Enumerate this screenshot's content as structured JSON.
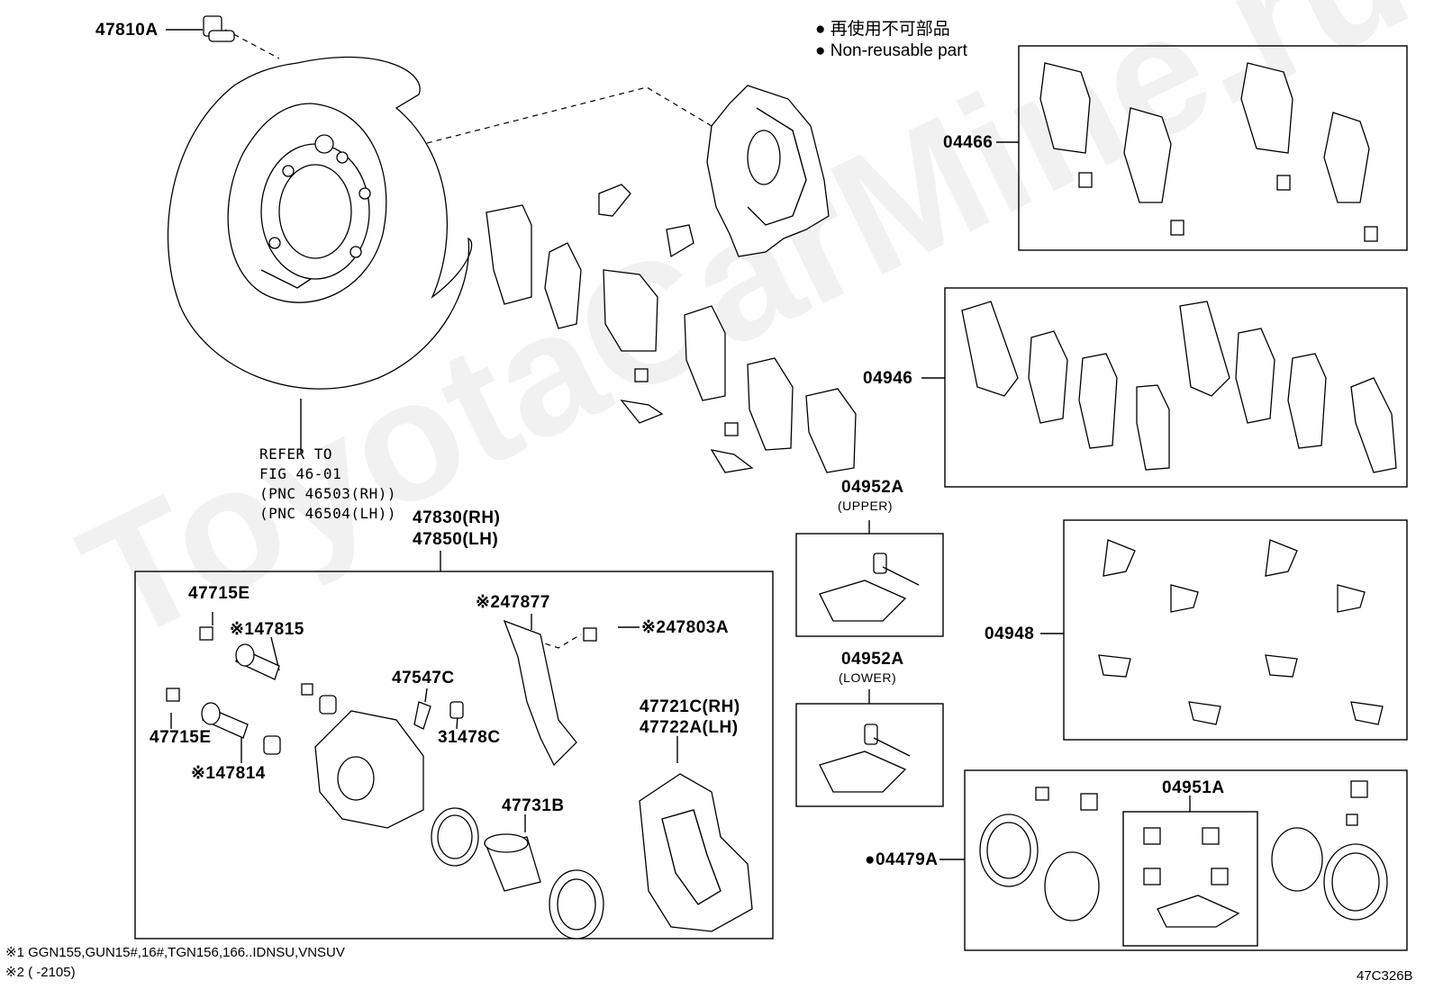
{
  "legend": {
    "jp": "再使用不可部品",
    "en": "Non-reusable part",
    "bullet": "●"
  },
  "labels": {
    "p47810A": "47810A",
    "p04466": "04466",
    "p04946": "04946",
    "p04952A_upper": "04952A",
    "upper": "(UPPER)",
    "p04952A_lower": "04952A",
    "lower": "(LOWER)",
    "p04948": "04948",
    "p04951A": "04951A",
    "p04479A": "●04479A",
    "refer1": "REFER TO",
    "refer2": "FIG 46-01",
    "refer3": "(PNC 46503(RH))",
    "refer4": "(PNC 46504(LH))",
    "p47830": "47830(RH)",
    "p47850": "47850(LH)",
    "p47715E_a": "47715E",
    "p47815": "※147815",
    "p47877": "※247877",
    "p47803A": "※247803A",
    "p47547C": "47547C",
    "p31478C": "31478C",
    "p47715E_b": "47715E",
    "p47814": "※147814",
    "p47721C": "47721C(RH)",
    "p47722A": "47722A(LH)",
    "p47731B": "47731B"
  },
  "footnotes": {
    "note1": "※1 GGN155,GUN15#,16#,TGN156,166..IDNSU,VNSUV",
    "note2": "※2 (          -2105)"
  },
  "figure_code": "47C326B",
  "watermark": "ToyotaCarMine.ru"
}
